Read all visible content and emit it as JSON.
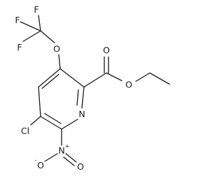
{
  "molecule": {
    "atoms": {
      "f_top": "F",
      "f_left": "F",
      "f_bottom": "F",
      "o_ether": "O",
      "o_carbonyl": "O",
      "o_ester": "O",
      "n_ring": "N",
      "cl": "Cl",
      "n_nitro": "N",
      "n_nitro_charge": "+",
      "o_nitro_single": "O",
      "o_nitro_single_charge": "-",
      "o_nitro_double": "O"
    }
  },
  "colors": {
    "ink": "#1a1a1a",
    "background": "#ffffff"
  }
}
